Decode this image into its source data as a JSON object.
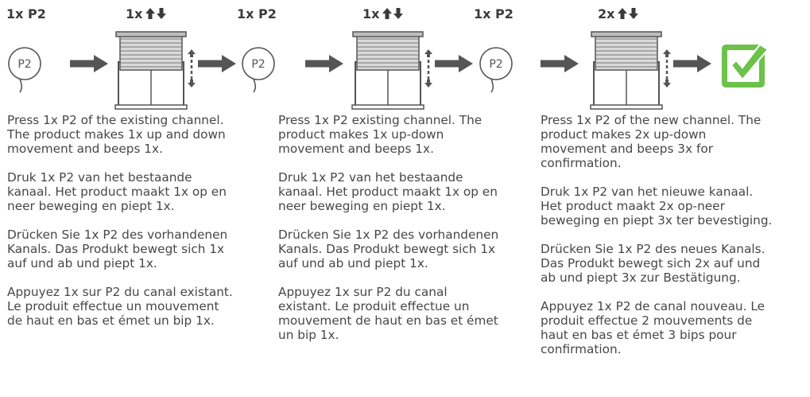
{
  "labels": {
    "l1": "1x P2",
    "l2": "1x",
    "l3": "1x P2",
    "l4": "1x",
    "l5": "1x P2",
    "l6": "2x"
  },
  "remote_label": "P2",
  "colors": {
    "text": "#474747",
    "icon": "#555555",
    "check_green": "#6cc24a"
  },
  "icons": [
    "remote-p2-icon",
    "arrow-right-icon",
    "blind-window-icon",
    "up-down-arrows-icon",
    "checkmark-icon"
  ],
  "steps": [
    {
      "en": [
        "Press 1x P2 of the existing channel.",
        "The product makes 1x up and down",
        "movement and beeps 1x."
      ],
      "nl": [
        "Druk 1x P2 van het bestaande",
        "kanaal. Het product maakt 1x op en",
        "neer beweging en piept 1x."
      ],
      "de": [
        "Drücken Sie 1x P2 des vorhandenen",
        "Kanals. Das Produkt bewegt sich 1x",
        "auf und ab und piept 1x."
      ],
      "fr": [
        "Appuyez 1x sur P2 du canal existant.",
        "Le produit effectue un mouvement",
        "de haut en bas et émet un bip 1x."
      ]
    },
    {
      "en": [
        "Press 1x P2 existing channel. The",
        "product makes 1x up-down",
        "movement and beeps 1x."
      ],
      "nl": [
        "Druk 1x P2 van het bestaande",
        "kanaal. Het product maakt 1x op en",
        "neer beweging en piept 1x."
      ],
      "de": [
        "Drücken Sie 1x P2 des vorhandenen",
        "Kanals. Das Produkt bewegt sich 1x",
        "auf und ab und piept 1x."
      ],
      "fr": [
        "Appuyez 1x sur P2 du canal",
        "existant. Le produit effectue un",
        "mouvement de haut en bas et émet",
        "un bip 1x."
      ]
    },
    {
      "en": [
        "Press 1x P2 of the new channel. The",
        "product makes 2x up-down",
        "movement and beeps 3x for",
        "confirmation."
      ],
      "nl": [
        "Druk 1x P2 van het nieuwe kanaal.",
        "Het product maakt 2x op-neer",
        "beweging en piept 3x ter bevestiging."
      ],
      "de": [
        "Drücken Sie 1x P2 des neues Kanals.",
        "Das Produkt bewegt sich 2x auf und",
        "ab und piept 3x zur Bestätigung."
      ],
      "fr": [
        "Appuyez 1x P2 de canal nouveau. Le",
        "produit effectue 2 mouvements de",
        "haut en bas et émet 3 bips pour",
        "confirmation."
      ]
    }
  ]
}
